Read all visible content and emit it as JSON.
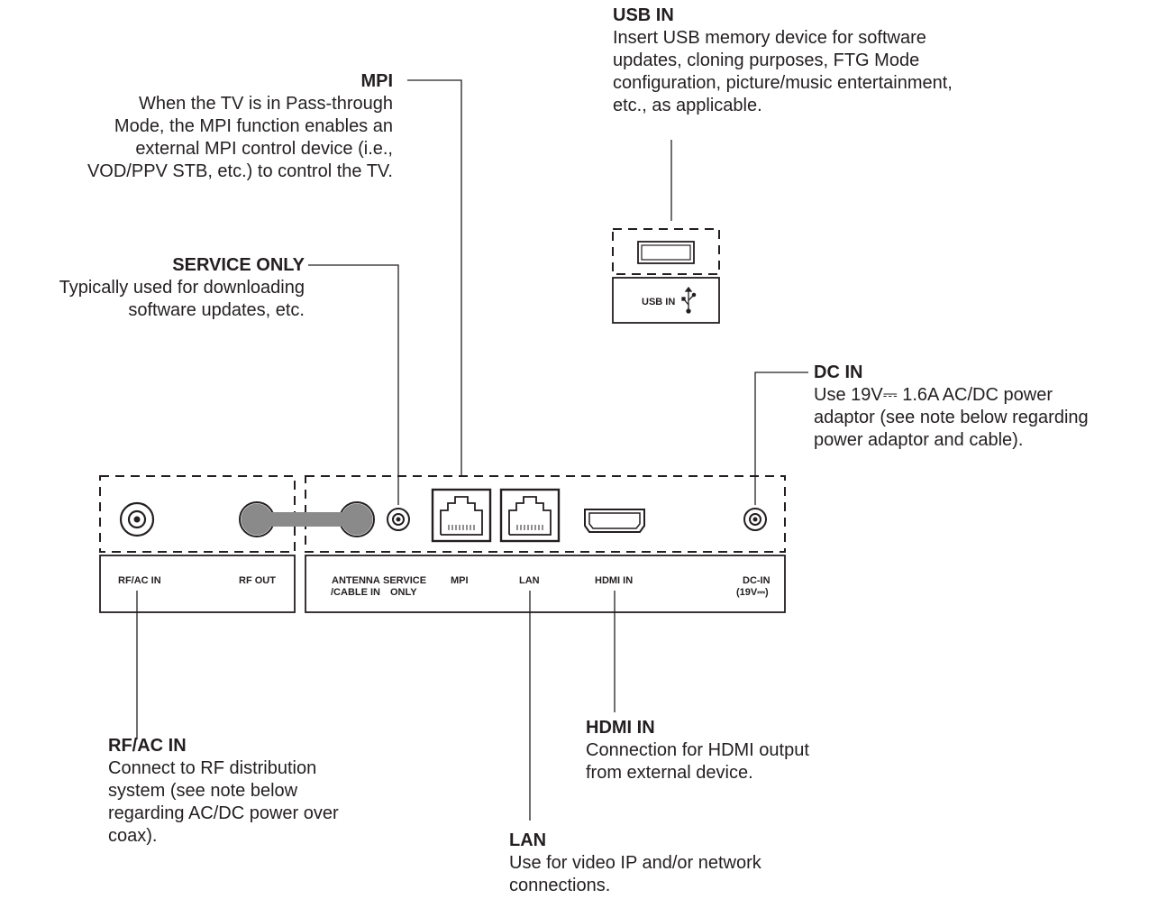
{
  "callouts": {
    "usb_in": {
      "title": "USB IN",
      "desc": "Insert USB memory device for software\nupdates, cloning purposes, FTG Mode\nconfiguration, picture/music entertainment,\netc., as applicable."
    },
    "mpi": {
      "title": "MPI",
      "desc": "When the TV is in Pass-through\nMode, the MPI function enables an\nexternal MPI control device (i.e.,\nVOD/PPV STB, etc.) to control the TV."
    },
    "service_only": {
      "title": "SERVICE ONLY",
      "desc": "Typically used for downloading\nsoftware updates, etc."
    },
    "dc_in": {
      "title": "DC IN",
      "desc": "Use 19V⎓ 1.6A AC/DC power\nadaptor (see note below regarding\npower adaptor and cable)."
    },
    "rf_ac_in": {
      "title": "RF/AC IN",
      "desc": "Connect to RF distribution\nsystem (see note below\nregarding AC/DC power over\ncoax)."
    },
    "hdmi_in": {
      "title": "HDMI IN",
      "desc": "Connection for HDMI output\nfrom external device."
    },
    "lan": {
      "title": "LAN",
      "desc": "Use for video IP and/or network\nconnections."
    }
  },
  "panel_labels": {
    "usb_in": "USB IN",
    "rf_ac_in": "RF/AC IN",
    "rf_out": "RF OUT",
    "antenna_line1": "ANTENNA",
    "antenna_line2": "/CABLE IN",
    "service_line1": "SERVICE",
    "service_line2": "ONLY",
    "mpi": "MPI",
    "lan": "LAN",
    "hdmi_in": "HDMI IN",
    "dc_in_line1": "DC-IN",
    "dc_in_line2": "(19V⎓)"
  },
  "icons": {
    "usb": "usb-trident-icon"
  },
  "colors": {
    "ink": "#231f20",
    "jumper": "#8a8a8a"
  }
}
